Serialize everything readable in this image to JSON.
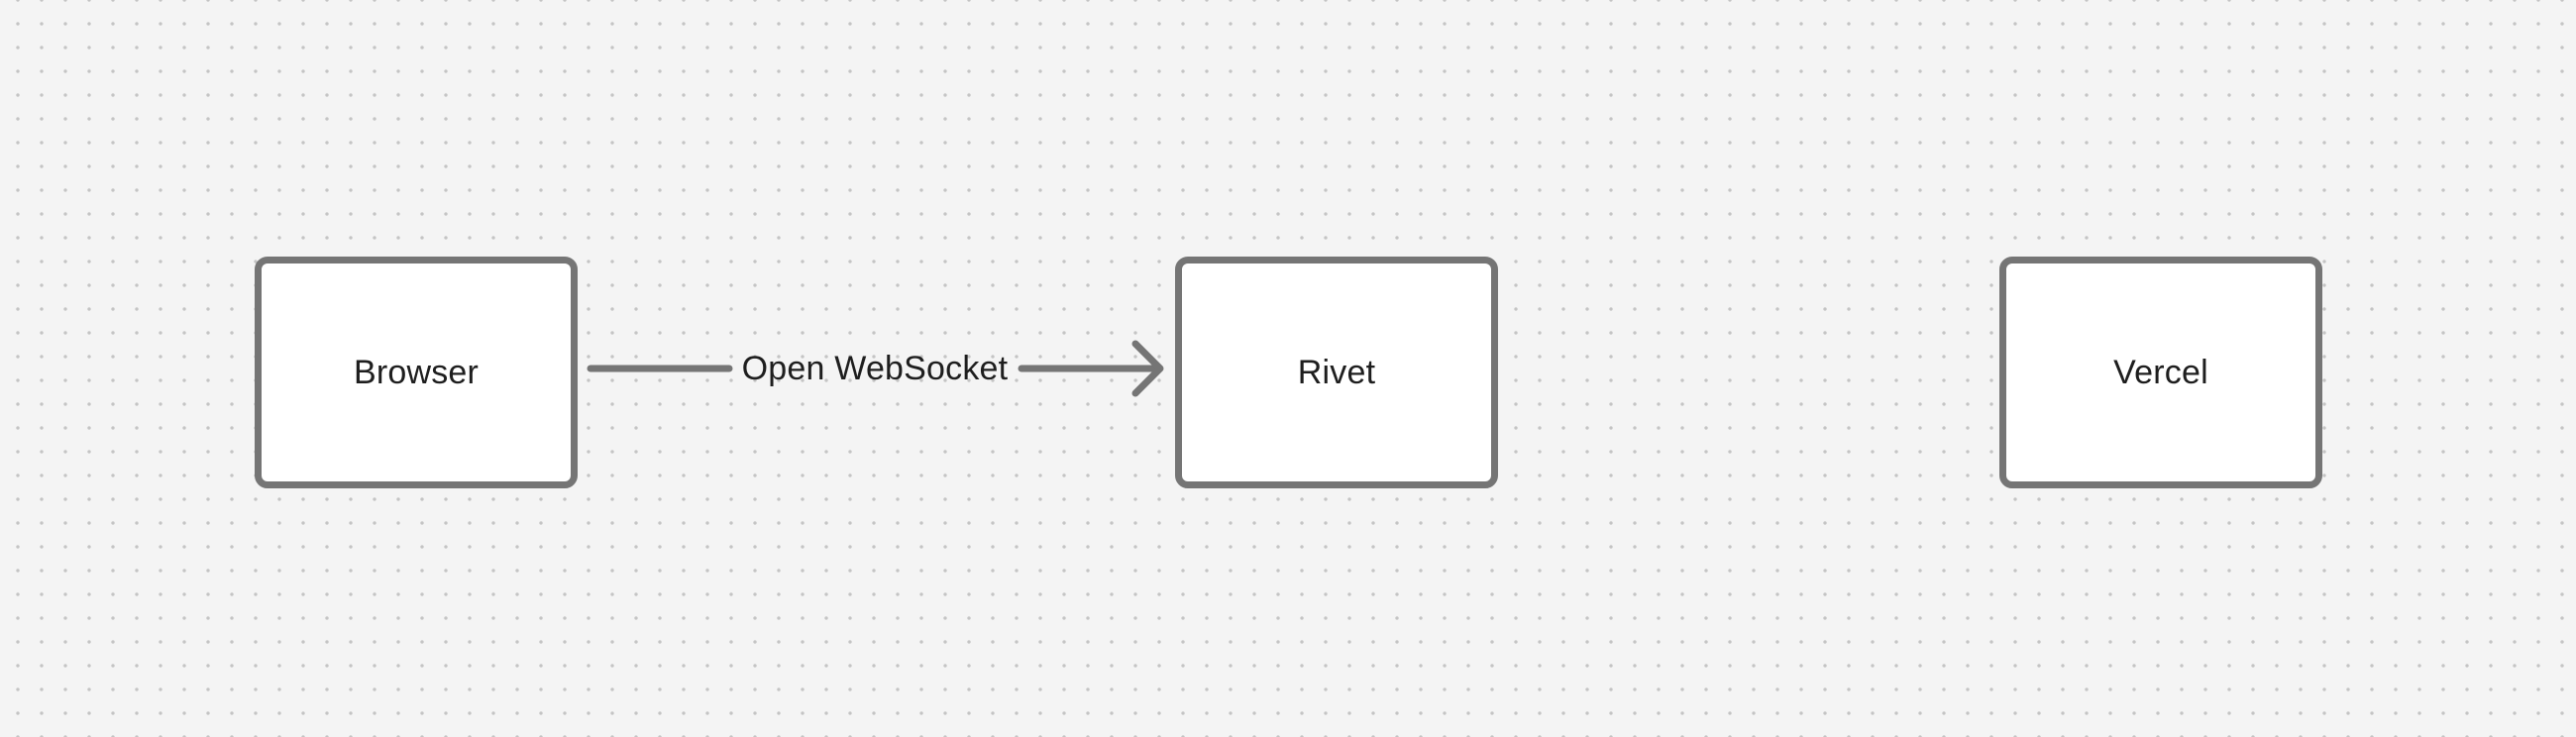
{
  "diagram": {
    "nodes": [
      {
        "id": "browser",
        "label": "Browser"
      },
      {
        "id": "rivet",
        "label": "Rivet"
      },
      {
        "id": "vercel",
        "label": "Vercel"
      }
    ],
    "edges": [
      {
        "from": "browser",
        "to": "rivet",
        "label": "Open WebSocket"
      }
    ]
  },
  "colors": {
    "canvas_background": "#f4f4f4",
    "grid_dot": "#c4c4c4",
    "node_fill": "#ffffff",
    "node_stroke": "#757575",
    "edge_stroke": "#757575",
    "text": "#1e1e1e"
  }
}
